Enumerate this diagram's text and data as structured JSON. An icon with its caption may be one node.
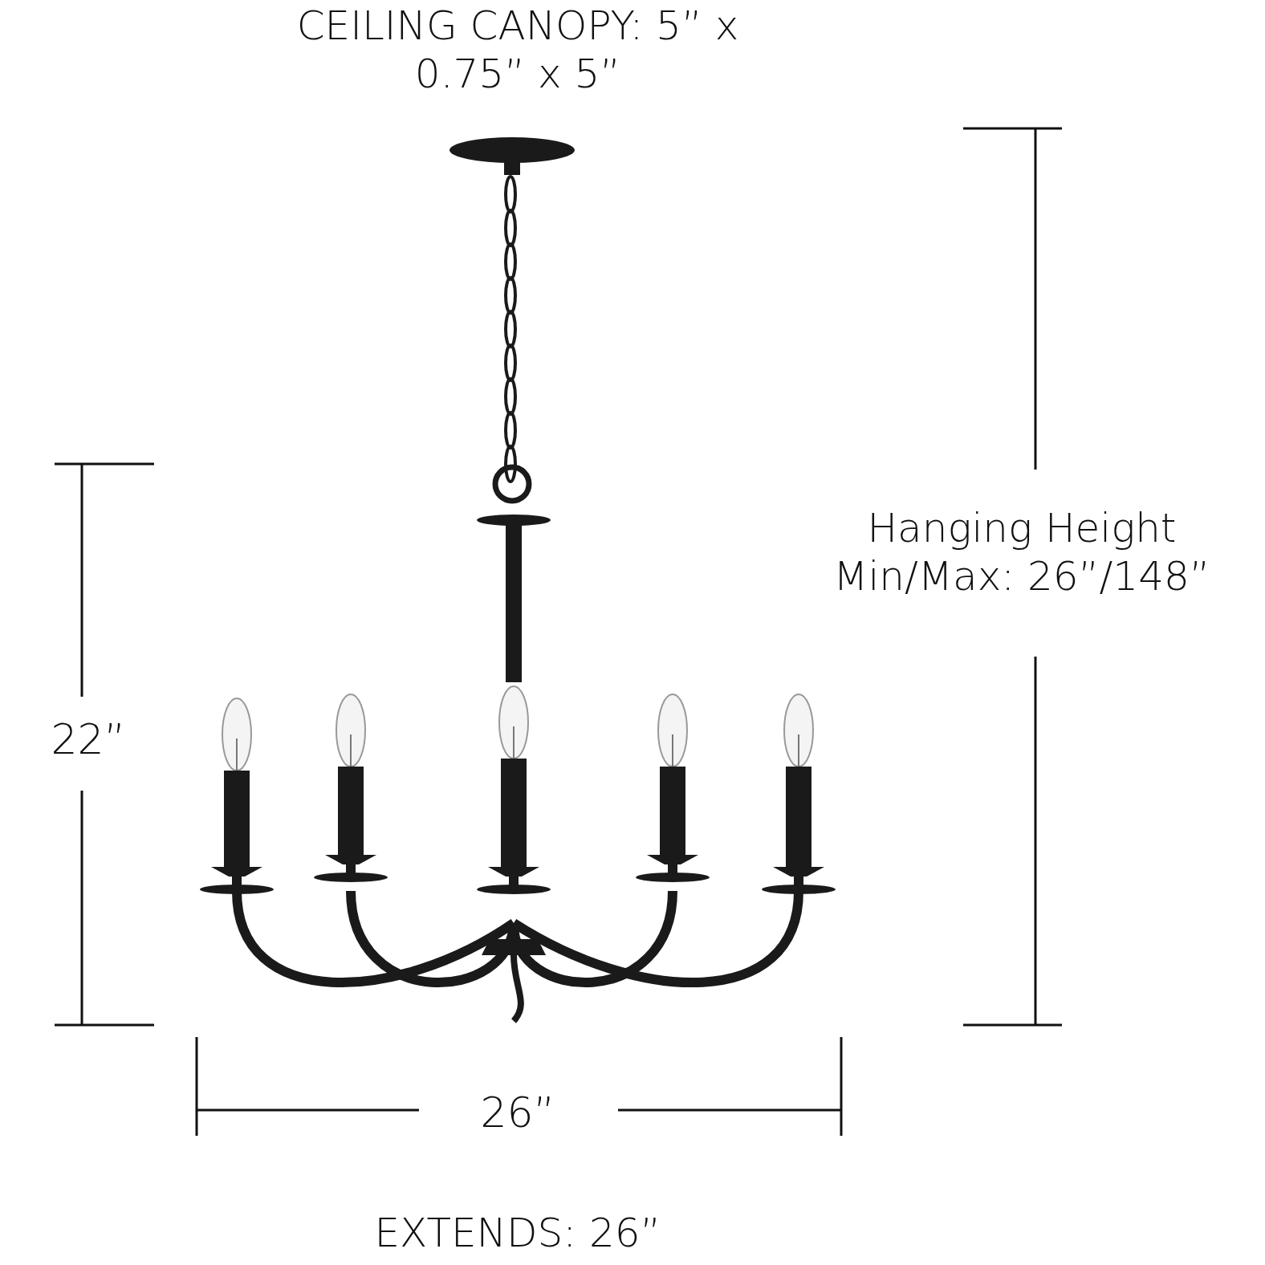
{
  "diagram": {
    "labels": [
      "CEILING CANOPY: 5” x 0.75” x 5”",
      "Hanging Height Min/Max: 26”/148”",
      "22”",
      "26”",
      "EXTENDS: 26”"
    ]
  }
}
